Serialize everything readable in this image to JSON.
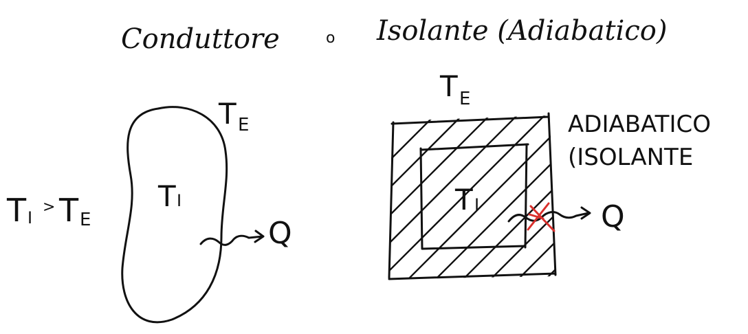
{
  "title": {
    "left": "Conduttore",
    "separator": "o",
    "right": "Isolante (Adiabatico)"
  },
  "conductor": {
    "external_label_main": "T",
    "external_label_sub": "E",
    "internal_label_main": "T",
    "internal_label_sub": "I",
    "condition_left_main": "T",
    "condition_left_sub": "I",
    "condition_operator": ">",
    "condition_right_main": "T",
    "condition_right_sub": "E",
    "heat_label": "Q"
  },
  "insulator": {
    "external_label_main": "T",
    "external_label_sub": "E",
    "internal_label_main": "T",
    "internal_label_sub": "I",
    "side_label_line1": "ADIABATICO",
    "side_label_line2": "(ISOLANTE",
    "heat_label": "Q"
  },
  "colors": {
    "ink": "#111111",
    "blocked_mark": "#d9302c",
    "background": "#ffffff"
  }
}
